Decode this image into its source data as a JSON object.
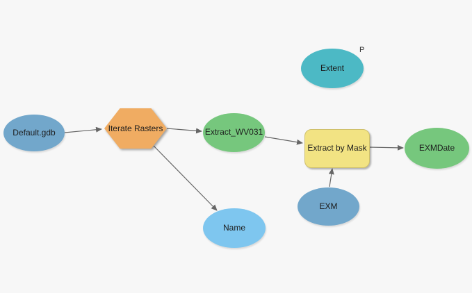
{
  "canvas": {
    "background": "#f7f7f7",
    "edge_color": "#666666"
  },
  "nodes": {
    "default_gdb": {
      "label": "Default.gdb",
      "shape": "ellipse",
      "fill": "#72a7cb"
    },
    "iterate_rasters": {
      "label": "Iterate Rasters",
      "shape": "hexagon",
      "fill": "#f0ac62"
    },
    "extract_wv031": {
      "label": "Extract_WV031",
      "shape": "ellipse",
      "fill": "#76c77d"
    },
    "extract_by_mask": {
      "label": "Extract by Mask",
      "shape": "rounded-rect",
      "fill": "#f2e383"
    },
    "exmdate": {
      "label": "EXMDate",
      "shape": "ellipse",
      "fill": "#76c77d"
    },
    "extent": {
      "label": "Extent",
      "shape": "ellipse",
      "fill": "#4cb9c5",
      "badge": "P"
    },
    "exm": {
      "label": "EXM",
      "shape": "ellipse",
      "fill": "#72a7cb"
    },
    "name": {
      "label": "Name",
      "shape": "ellipse",
      "fill": "#7ec6ef"
    }
  },
  "edges": [
    {
      "from": "default_gdb",
      "to": "iterate_rasters"
    },
    {
      "from": "iterate_rasters",
      "to": "extract_wv031"
    },
    {
      "from": "iterate_rasters",
      "to": "name"
    },
    {
      "from": "extract_wv031",
      "to": "extract_by_mask"
    },
    {
      "from": "exm",
      "to": "extract_by_mask"
    },
    {
      "from": "extract_by_mask",
      "to": "exmdate"
    }
  ]
}
